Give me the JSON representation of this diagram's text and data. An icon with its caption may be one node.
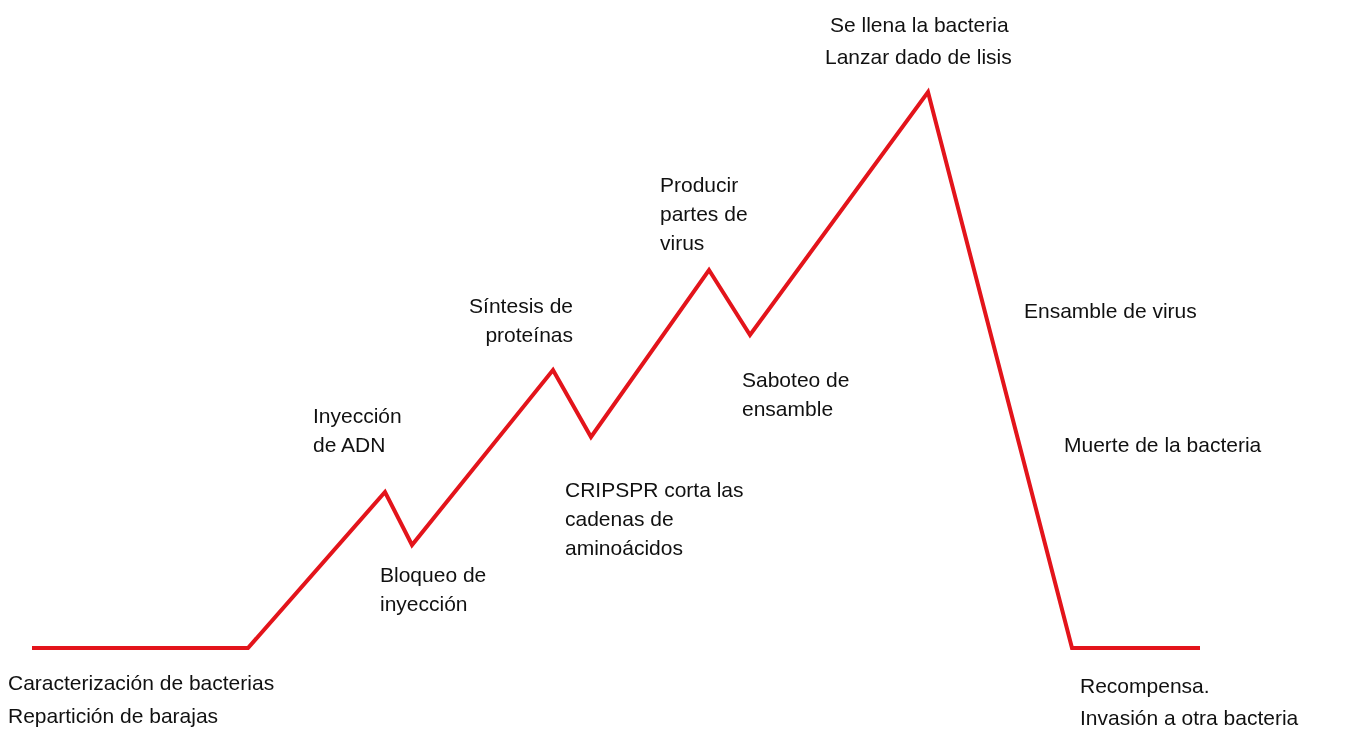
{
  "diagram": {
    "labels": [
      "Caracterización de bacterias",
      "Repartición de barajas",
      "Inyección de ADN",
      "Bloqueo de inyección",
      "Síntesis de proteínas",
      "CRIPSPR corta las cadenas de aminoácidos",
      "Producir partes de virus",
      "Saboteo de ensamble",
      "Se llena la bacteria",
      "Lanzar dado de lisis",
      "Ensamble de virus",
      "Muerte de la bacteria",
      "Recompensa.",
      "Invasión a otra bacteria"
    ]
  }
}
